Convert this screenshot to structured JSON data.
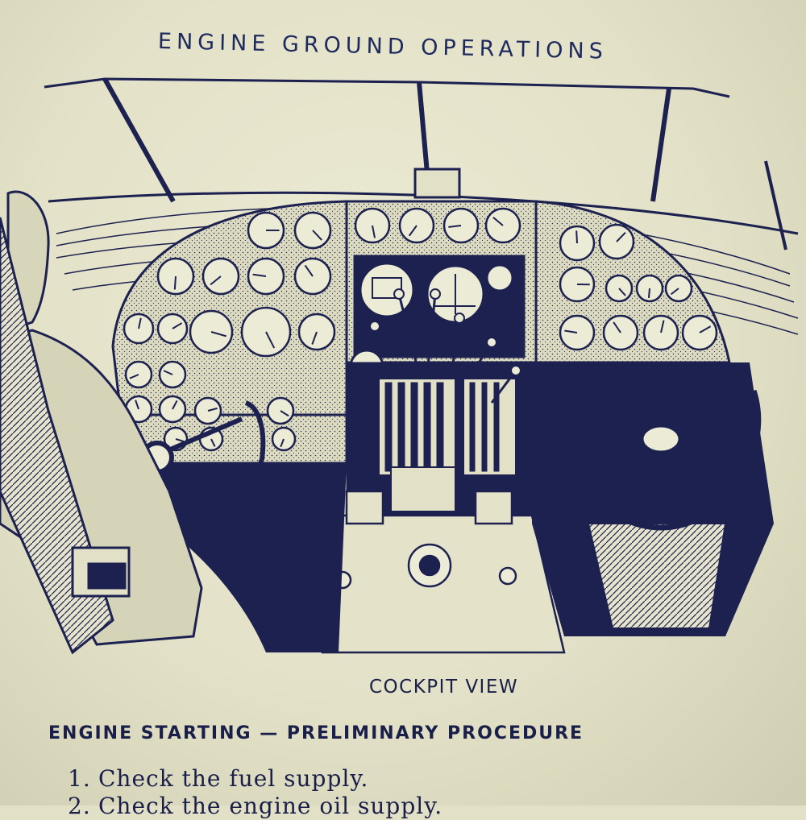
{
  "page": {
    "heading": "ENGINE GROUND OPERATIONS",
    "caption": "COCKPIT VIEW",
    "section_title": "ENGINE STARTING — PRELIMINARY PROCEDURE",
    "steps": [
      {
        "num": "1.",
        "text": "Check the fuel supply."
      },
      {
        "num": "2.",
        "text": "Check the engine oil supply."
      }
    ]
  },
  "colors": {
    "paper": "#e2e0c6",
    "ink": "#1c2150"
  }
}
